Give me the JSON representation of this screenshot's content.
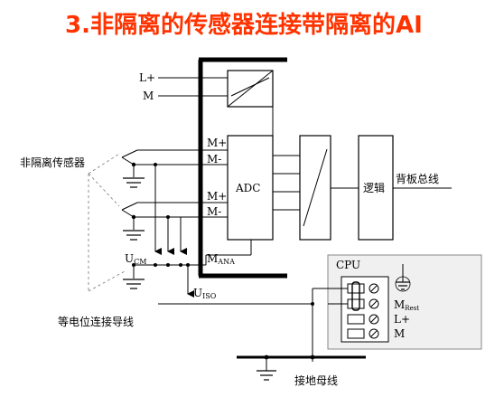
{
  "title": "3.非隔离的传感器连接带隔离的AI",
  "labels": {
    "l_plus": "L+",
    "m": "M",
    "m_plus_1": "M+",
    "m_minus_1": "M-",
    "m_plus_2": "M+",
    "m_minus_2": "M-",
    "adc": "ADC",
    "logic": "逻辑",
    "backplane_bus": "背板总线",
    "sensor": "非隔离传感器",
    "ucm_main": "U",
    "ucm_sub": "CM",
    "mana_main": "M",
    "mana_sub": "ANA",
    "uiso_main": "U",
    "uiso_sub": "ISO",
    "equipotential": "等电位连接导线",
    "cpu": "CPU",
    "cpu_mrest_main": "M",
    "cpu_mrest_sub": "Rest",
    "cpu_l_plus": "L+",
    "cpu_m": "M",
    "ground_bus": "接地母线"
  },
  "colors": {
    "title": "#ff3300",
    "cpu_panel": "#f0f0f0",
    "line": "#000000"
  }
}
